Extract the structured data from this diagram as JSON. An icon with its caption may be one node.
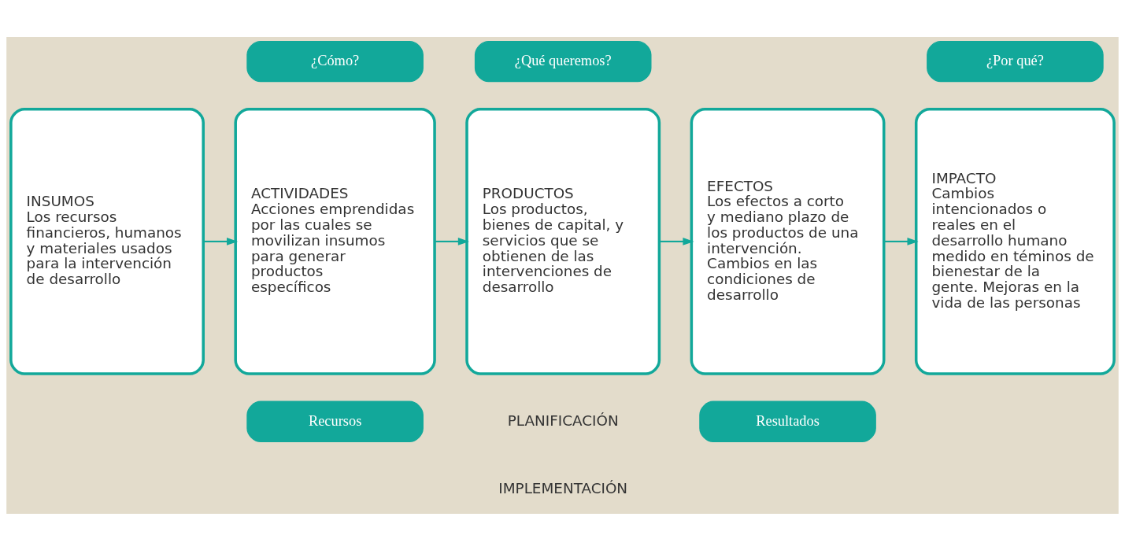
{
  "diagram": {
    "nodes": [
      {
        "text": [
          "¿Cómo?"
        ]
      },
      {
        "text": [
          "¿Qué queremos?"
        ]
      },
      {
        "text": [
          "¿Por qué?"
        ]
      },
      {
        "text": [
          "INSUMOS",
          "Los recursos financieros, humanos y materiales usados para la intervención de desarrollo"
        ]
      },
      {
        "text": [
          "ACTIVIDADES",
          "Acciones emprendidas por las cuales se movilizan insumos para generar productos específicos"
        ]
      },
      {
        "text": [
          "PRODUCTOS",
          "Los productos, bienes de capital, y servicios que se obtienen de las intervenciones de desarrollo"
        ]
      },
      {
        "text": [
          "EFECTOS",
          "Los efectos a corto y mediano plazo de los productos de una intervención. Cambios en las condiciones de desarrollo"
        ]
      },
      {
        "text": [
          "IMPACTO",
          "Cambios intencionados o reales en el desarrollo humano medido en téminos de bienestar de la gente. Mejoras en la vida de las personas"
        ]
      },
      {
        "text": [
          "Recursos"
        ]
      },
      {
        "text": [
          "Resultados"
        ]
      }
    ],
    "edges": [
      {
        "from": 3,
        "to": 4,
        "arrow": "to"
      },
      {
        "from": 4,
        "to": 5,
        "arrow": "to"
      },
      {
        "from": 5,
        "to": 6,
        "arrow": "to"
      },
      {
        "from": 6,
        "to": 7,
        "arrow": "to"
      }
    ],
    "labels": [
      "PLANIFICACIÓN",
      "IMPLEMENTACIÓN"
    ]
  }
}
